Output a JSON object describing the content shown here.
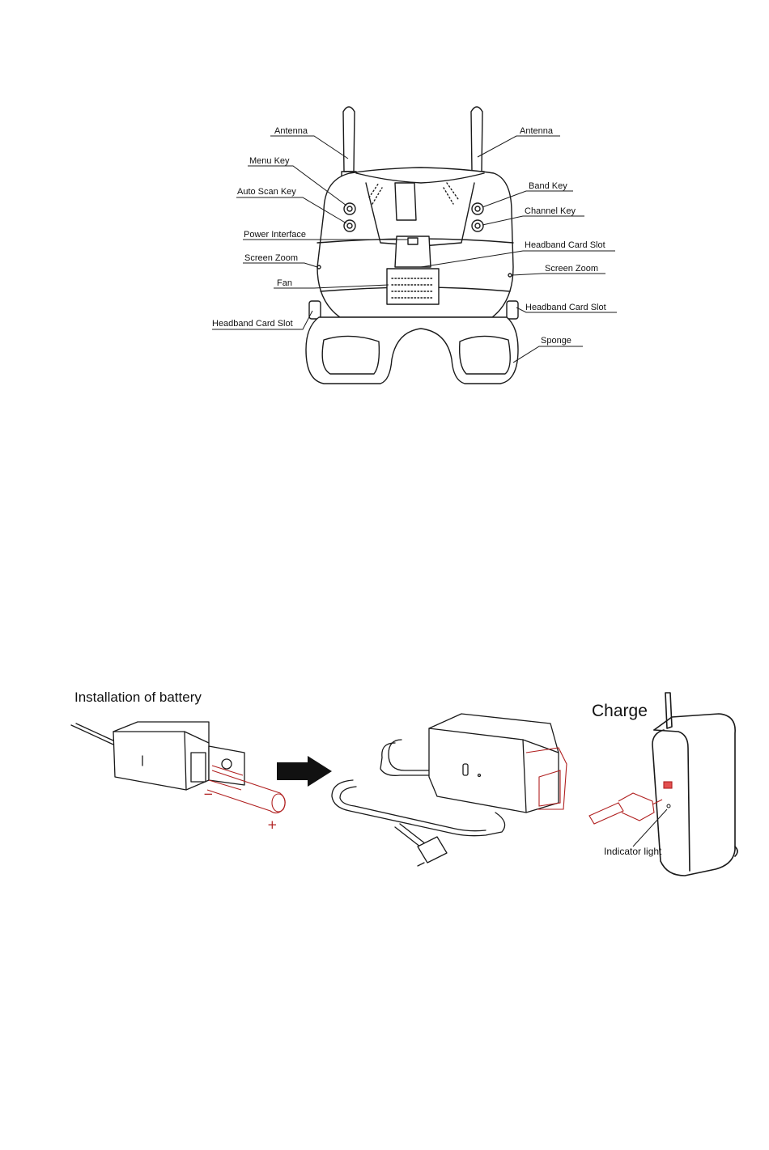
{
  "goggles_diagram": {
    "labels": {
      "antenna_left": "Antenna",
      "antenna_right": "Antenna",
      "menu_key": "Menu Key",
      "band_key": "Band Key",
      "auto_scan_key": "Auto  Scan Key",
      "channel_key": "Channel Key",
      "power_interface": "Power Interface",
      "headband_card_slot_top": "Headband Card Slot",
      "screen_zoom_left": "Screen Zoom",
      "screen_zoom_right": "Screen Zoom",
      "fan": "Fan",
      "headband_card_slot_right": "Headband Card Slot",
      "headband_card_slot_left": "Headband Card Slot",
      "sponge": "Sponge"
    }
  },
  "battery_section": {
    "title": "Installation of battery",
    "minus": "−",
    "plus": "+"
  },
  "charge_section": {
    "title": "Charge",
    "indicator_light": "Indicator light"
  },
  "colors": {
    "accent_red": "#b02020",
    "line": "#1a1a1a"
  }
}
